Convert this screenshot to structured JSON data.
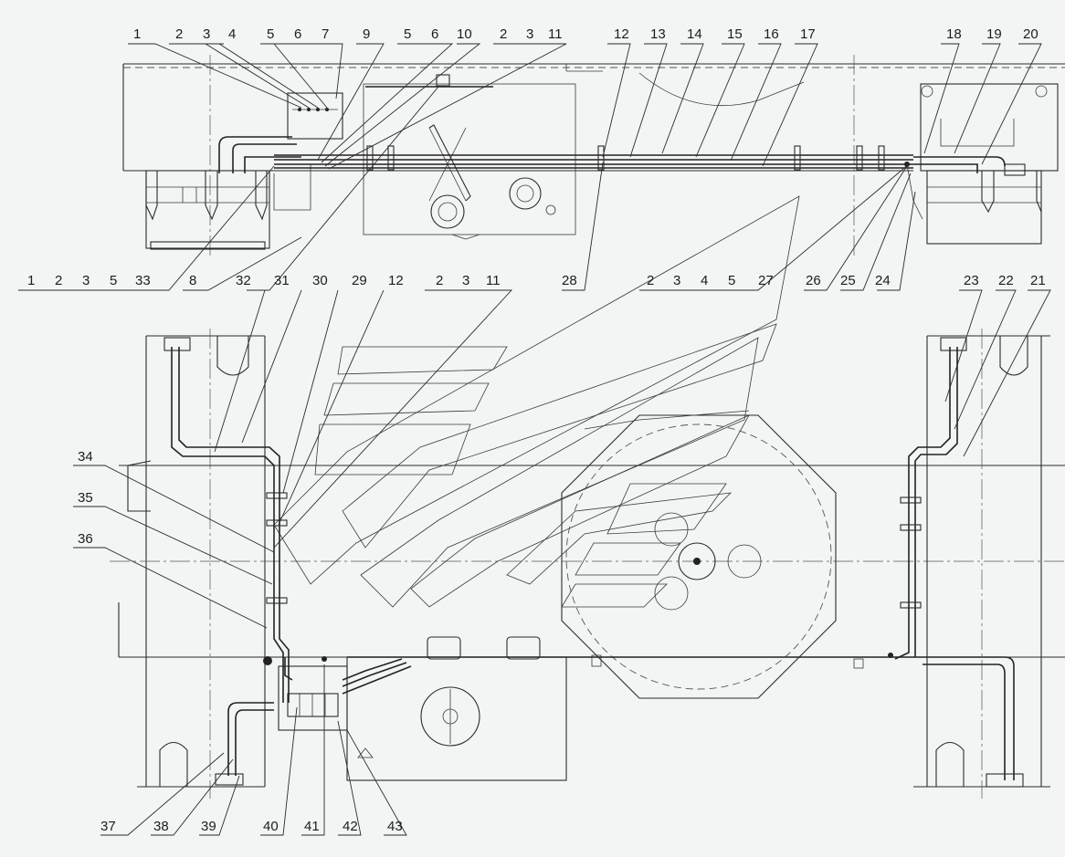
{
  "figure": {
    "callouts_top": [
      "1",
      "2",
      "3",
      "4",
      "5",
      "6",
      "7",
      "9",
      "5",
      "6",
      "10",
      "2",
      "3",
      "11",
      "12",
      "13",
      "14",
      "15",
      "16",
      "17",
      "18",
      "19",
      "20"
    ],
    "callouts_mid": [
      "1",
      "2",
      "3",
      "5",
      "33",
      "8",
      "32",
      "31",
      "30",
      "29",
      "12",
      "2",
      "3",
      "11",
      "28",
      "2",
      "3",
      "4",
      "5",
      "27",
      "26",
      "25",
      "24",
      "23",
      "22",
      "21"
    ],
    "callouts_left": [
      "34",
      "35",
      "36"
    ],
    "callouts_bottom": [
      "37",
      "38",
      "39",
      "40",
      "41",
      "42",
      "43"
    ]
  }
}
